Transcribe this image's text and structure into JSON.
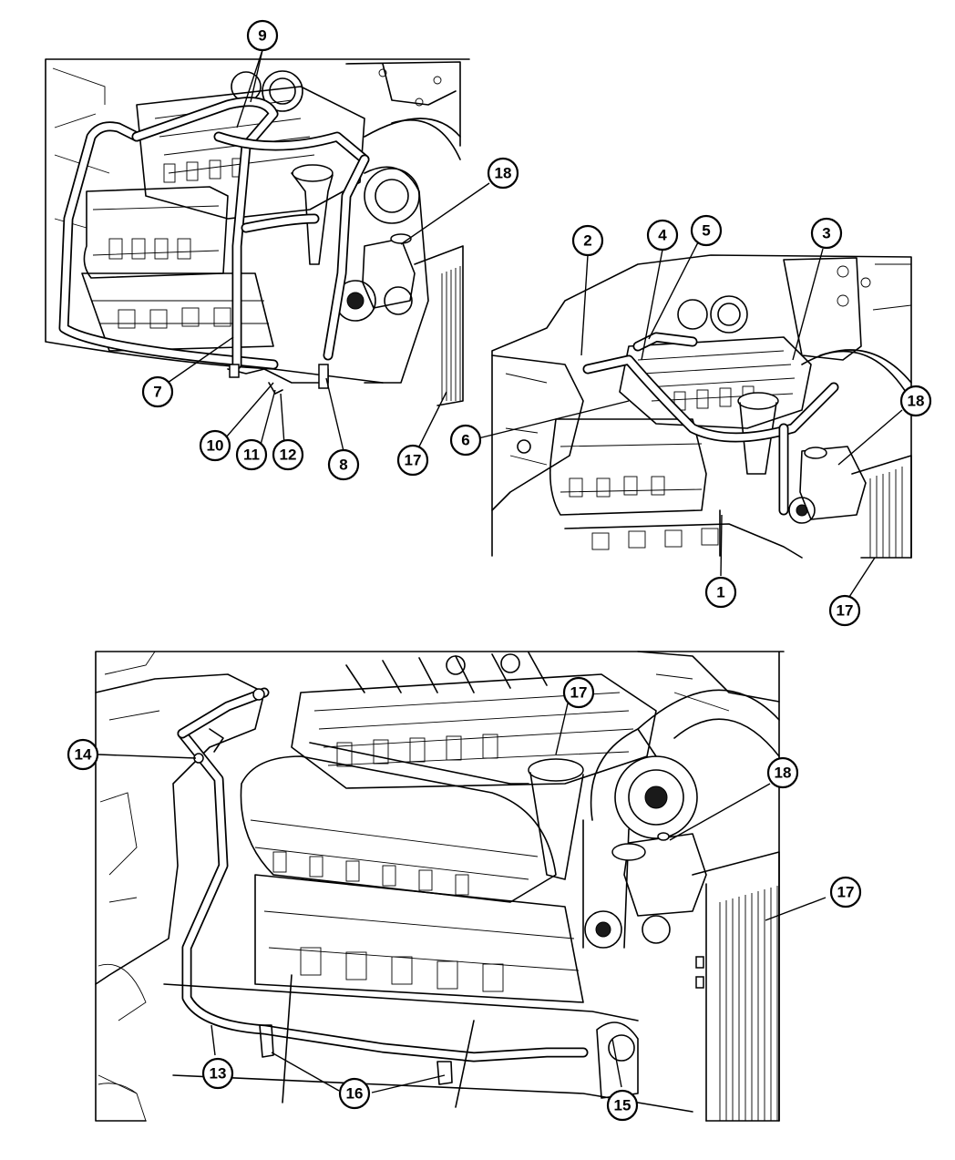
{
  "diagram": {
    "views": [
      "upper-left-view",
      "upper-right-view",
      "lower-view"
    ],
    "callouts": {
      "upper_left": [
        "9",
        "18",
        "7",
        "10",
        "11",
        "12",
        "8",
        "17"
      ],
      "upper_right": [
        "2",
        "4",
        "5",
        "3",
        "18",
        "6",
        "1",
        "17"
      ],
      "lower": [
        "17",
        "14",
        "18",
        "17",
        "13",
        "16",
        "15"
      ]
    }
  }
}
